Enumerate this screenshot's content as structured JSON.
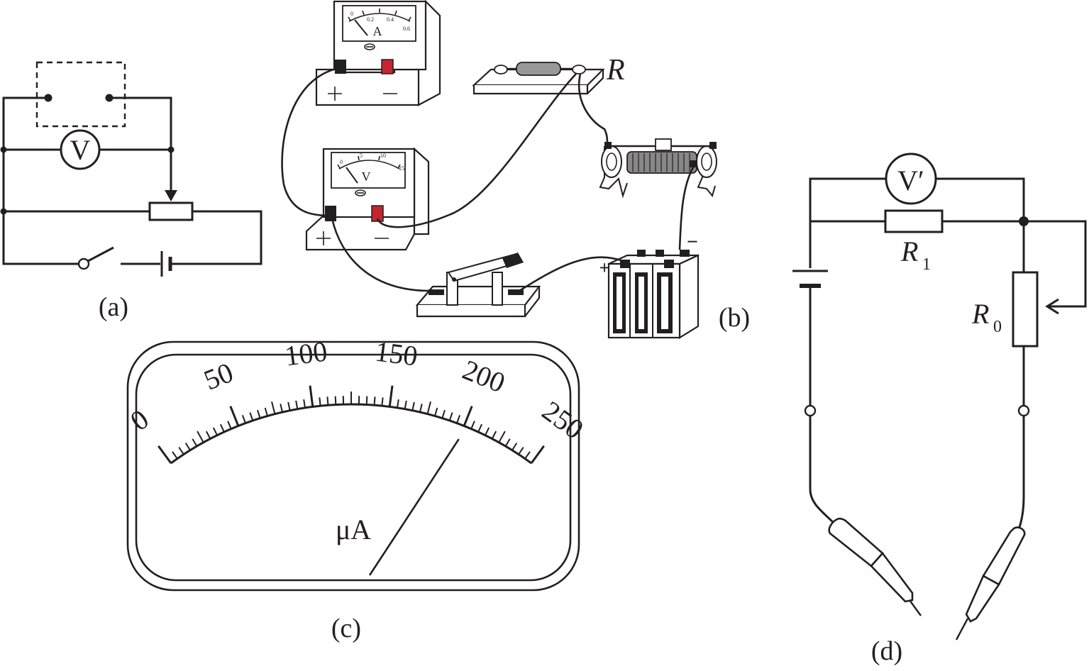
{
  "figure_a": {
    "caption": "(a)",
    "voltmeter_label": "V"
  },
  "figure_b": {
    "caption": "(b)",
    "ammeter_letter": "A",
    "ammeter_ticks": [
      "0",
      "0.2",
      "0.4",
      "0.6"
    ],
    "voltmeter_letter": "V",
    "voltmeter_ticks": [
      "0",
      "5",
      "10",
      "15"
    ],
    "resistor_label": "R",
    "battery_plus": "+",
    "battery_minus": "−"
  },
  "figure_c": {
    "caption": "(c)",
    "unit": "μA",
    "scale_labels": [
      "0",
      "50",
      "100",
      "150",
      "200",
      "250"
    ],
    "scale_max": 250,
    "needle_reading": 200
  },
  "figure_d": {
    "caption": "(d)",
    "voltmeter_label": "V′",
    "r1_main": "R",
    "r1_sub": "1",
    "r0_main": "R",
    "r0_sub": "0"
  },
  "colors": {
    "ink": "#231f20",
    "terminal_red": "#c4262e",
    "background": "#ffffff"
  }
}
